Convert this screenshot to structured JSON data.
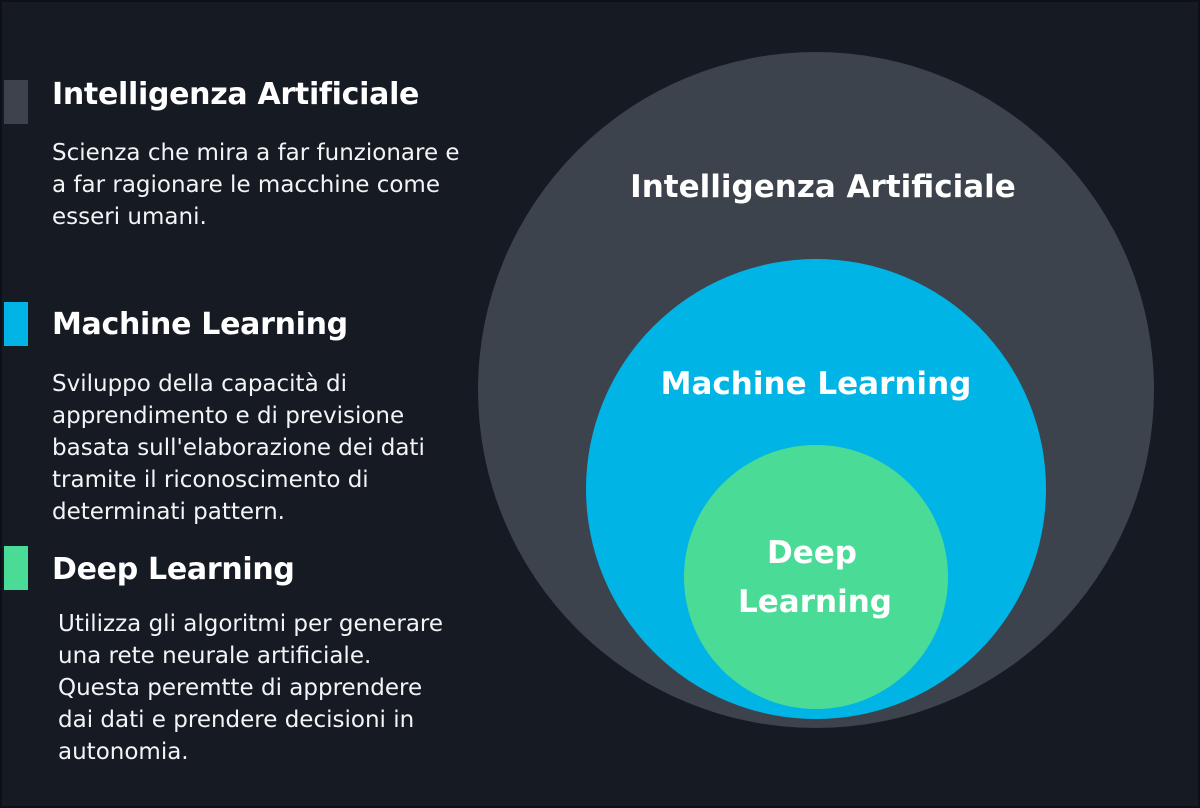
{
  "colors": {
    "background": "#161b23",
    "ai": "#3d434c",
    "ml": "#01b4e6",
    "dl": "#4adb97",
    "ai_marker": "#3d434c",
    "ml_marker": "#01b4e6",
    "dl_marker": "#4adb97"
  },
  "legend": [
    {
      "title": "Intelligenza Artificiale",
      "description": "Scienza  che mira a far funzionare e a far ragionare le macchine come esseri umani."
    },
    {
      "title": "Machine Learning",
      "description": "Sviluppo della capacità di apprendimento e di previsione basata sull'elaborazione dei dati tramite il riconoscimento di determinati pattern."
    },
    {
      "title": "Deep Learning",
      "description": "Utilizza gli algoritmi per  generare una rete neurale artificiale. Questa peremtte di apprendere dai dati e prendere decisioni in autonomia."
    }
  ],
  "diagram": {
    "outer_label": "Intelligenza Artificiale",
    "middle_label": "Machine Learning",
    "inner_label_line1": "Deep",
    "inner_label_line2": "Learning"
  }
}
